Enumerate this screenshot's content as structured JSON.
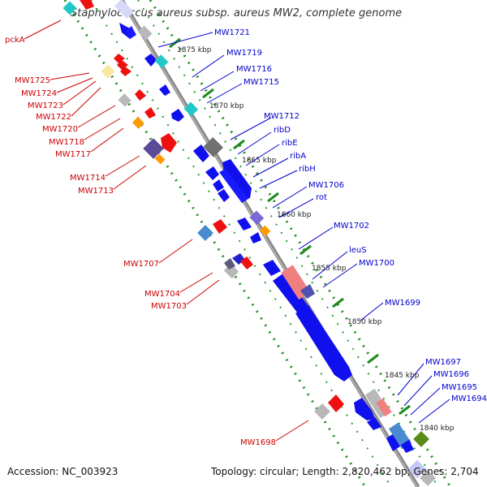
{
  "title": "Staphylococcus aureus subsp. aureus MW2, complete genome",
  "footer": {
    "accession": "Accession: NC_003923",
    "summary": "Topology: circular; Length: 2,820,462 bp; Genes: 2,704"
  },
  "ticks": [
    "1875 kbp",
    "1870 kbp",
    "1865 kbp",
    "1860 kbp",
    "1855 kbp",
    "1850 kbp",
    "1845 kbp",
    "1840 kbp"
  ],
  "forward_labels": [
    "MW1721",
    "MW1719",
    "MW1716",
    "MW1715",
    "MW1712",
    "ribD",
    "ribE",
    "ribA",
    "ribH",
    "MW1706",
    "rot",
    "MW1702",
    "leuS",
    "MW1700",
    "MW1699",
    "MW1697",
    "MW1696",
    "MW1695",
    "MW1694"
  ],
  "reverse_labels": [
    "pckA",
    "MW1725",
    "MW1724",
    "MW1723",
    "MW1722",
    "MW1720",
    "MW1718",
    "MW1717",
    "MW1714",
    "MW1713",
    "MW1707",
    "MW1704",
    "MW1703",
    "MW1698"
  ],
  "colors": {
    "backbone": "#8a8a8a",
    "tick_track": "#1f8a1f",
    "forward_gene": "#1010ee",
    "reverse_gene": "#ee1010",
    "forward_label": "#0000cc",
    "reverse_label": "#cc0000",
    "leader": "#cc0000",
    "leader_forward": "#0000cc"
  }
}
